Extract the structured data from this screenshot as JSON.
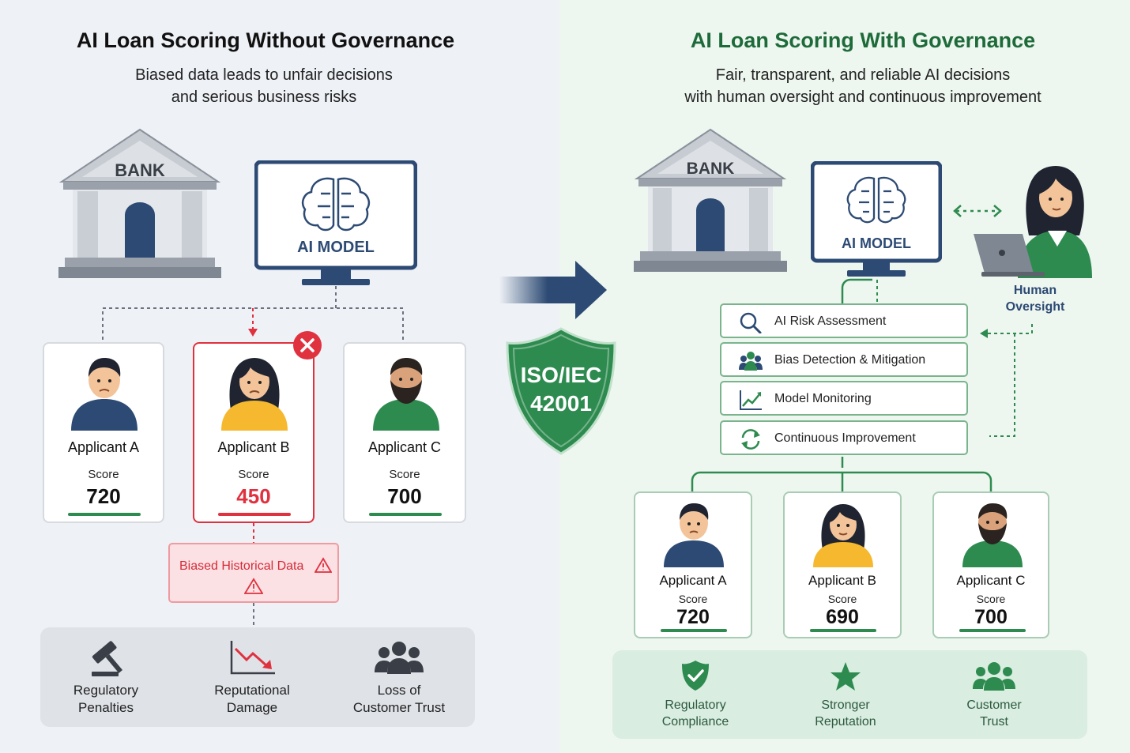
{
  "left": {
    "title": "AI Loan Scoring Without Governance",
    "subtitle_line1": "Biased data leads to unfair decisions",
    "subtitle_line2": "and serious business risks",
    "bank_label": "BANK",
    "model_label": "AI MODEL",
    "applicants": [
      {
        "name": "Applicant A",
        "score_label": "Score",
        "score": "720"
      },
      {
        "name": "Applicant B",
        "score_label": "Score",
        "score": "450"
      },
      {
        "name": "Applicant C",
        "score_label": "Score",
        "score": "700"
      }
    ],
    "biased_data_label": "Biased Historical Data",
    "risks": [
      {
        "line1": "Regulatory",
        "line2": "Penalties",
        "icon": "gavel-icon"
      },
      {
        "line1": "Reputational",
        "line2": "Damage",
        "icon": "declining-chart-icon"
      },
      {
        "line1": "Loss of",
        "line2": "Customer Trust",
        "icon": "people-group-icon"
      }
    ]
  },
  "center": {
    "shield_line1": "ISO/IEC",
    "shield_line2": "42001"
  },
  "right": {
    "title": "AI Loan Scoring With Governance",
    "subtitle_line1": "Fair, transparent, and reliable AI decisions",
    "subtitle_line2": "with human oversight and continuous improvement",
    "bank_label": "BANK",
    "model_label": "AI MODEL",
    "oversight_line1": "Human",
    "oversight_line2": "Oversight",
    "governance_steps": [
      {
        "label": "AI Risk Assessment",
        "icon": "search-icon"
      },
      {
        "label": "Bias Detection & Mitigation",
        "icon": "people-icon"
      },
      {
        "label": "Model Monitoring",
        "icon": "line-chart-icon"
      },
      {
        "label": "Continuous Improvement",
        "icon": "refresh-icon"
      }
    ],
    "applicants": [
      {
        "name": "Applicant A",
        "score_label": "Score",
        "score": "720"
      },
      {
        "name": "Applicant B",
        "score_label": "Score",
        "score": "690"
      },
      {
        "name": "Applicant C",
        "score_label": "Score",
        "score": "700"
      }
    ],
    "outcomes": [
      {
        "line1": "Regulatory",
        "line2": "Compliance",
        "icon": "shield-check-icon"
      },
      {
        "line1": "Stronger",
        "line2": "Reputation",
        "icon": "star-icon"
      },
      {
        "line1": "Customer",
        "line2": "Trust",
        "icon": "people-group-icon"
      }
    ]
  },
  "colors": {
    "left_title": "#111111",
    "right_title": "#1e6b3a",
    "alert_red": "#e0313f",
    "success_green": "#2e8b4f",
    "navy": "#2c4a73"
  }
}
